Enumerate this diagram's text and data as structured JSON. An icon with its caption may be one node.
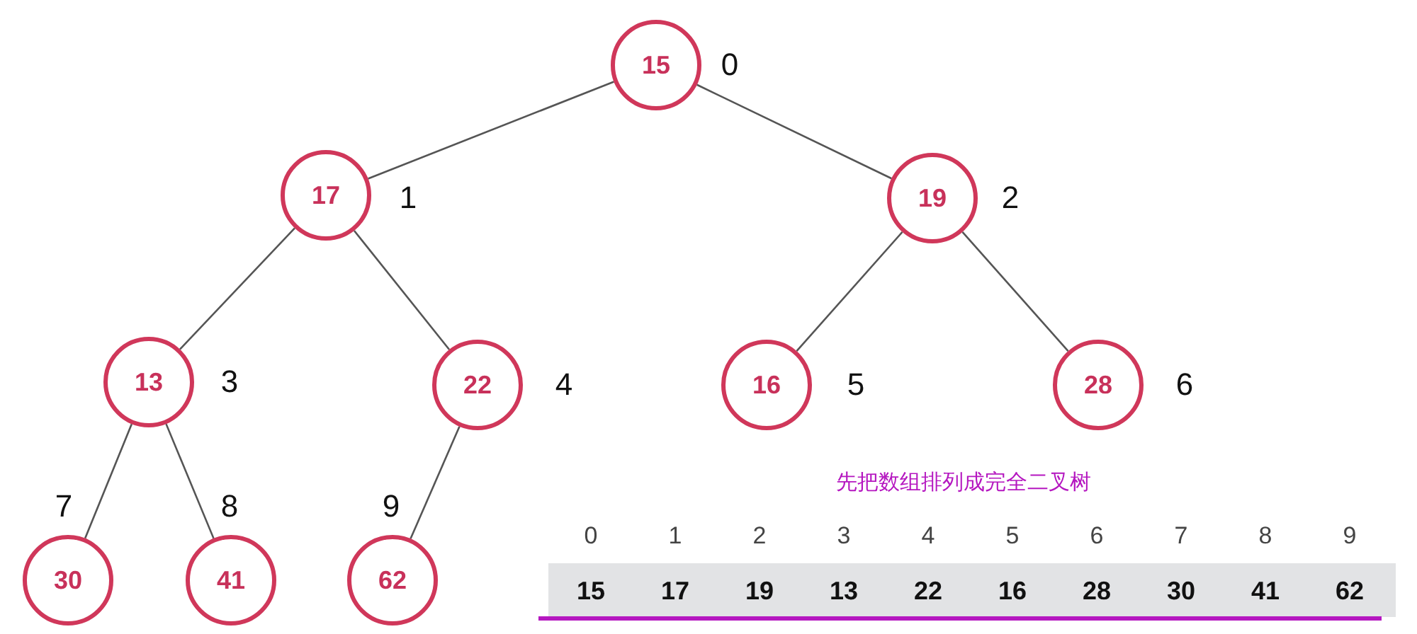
{
  "diagram": {
    "nodes": [
      {
        "text": [
          "15"
        ],
        "beside": [
          "0"
        ]
      },
      {
        "text": [
          "17"
        ],
        "beside": [
          "1"
        ]
      },
      {
        "text": [
          "19"
        ],
        "beside": [
          "2"
        ]
      },
      {
        "text": [
          "13"
        ],
        "beside": [
          "3"
        ]
      },
      {
        "text": [
          "22"
        ],
        "beside": [
          "4"
        ]
      },
      {
        "text": [
          "16"
        ],
        "beside": [
          "5"
        ]
      },
      {
        "text": [
          "28"
        ],
        "beside": [
          "6"
        ]
      },
      {
        "text": [
          "30"
        ],
        "beside": [
          "7"
        ]
      },
      {
        "text": [
          "41"
        ],
        "beside": [
          "8"
        ]
      },
      {
        "text": [
          "62"
        ],
        "beside": [
          "9"
        ]
      }
    ],
    "edges": [
      {
        "from": 0,
        "to": 1,
        "arrow": "none"
      },
      {
        "from": 0,
        "to": 2,
        "arrow": "none"
      },
      {
        "from": 1,
        "to": 3,
        "arrow": "none"
      },
      {
        "from": 1,
        "to": 4,
        "arrow": "none"
      },
      {
        "from": 2,
        "to": 5,
        "arrow": "none"
      },
      {
        "from": 2,
        "to": 6,
        "arrow": "none"
      },
      {
        "from": 3,
        "to": 7,
        "arrow": "none"
      },
      {
        "from": 3,
        "to": 8,
        "arrow": "none"
      },
      {
        "from": 4,
        "to": 9,
        "arrow": "none"
      }
    ],
    "labels": [
      "先把数组排列成完全二叉树",
      "0",
      "1",
      "2",
      "3",
      "4",
      "5",
      "6",
      "7",
      "8",
      "9",
      "15",
      "17",
      "19",
      "13",
      "22",
      "16",
      "28",
      "30",
      "41",
      "62"
    ]
  }
}
